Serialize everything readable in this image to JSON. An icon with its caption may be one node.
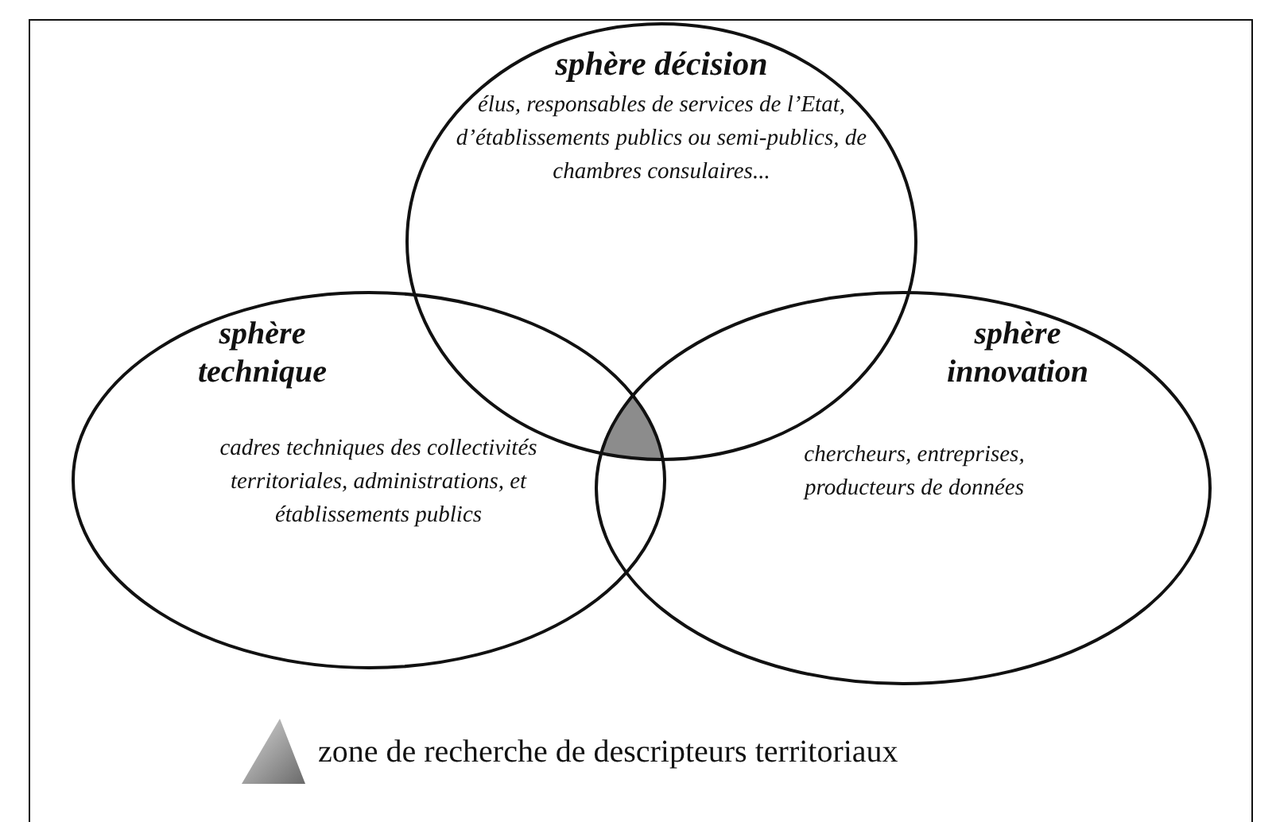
{
  "diagram": {
    "nodes": [
      {
        "text": [
          "sphère décision",
          "élus, responsables de services de l’Etat, d’établissements publics ou semi-publics, de chambres consulaires..."
        ]
      },
      {
        "text": [
          "sphère technique",
          "cadres techniques des collectivités territoriales, administrations, et établissements publics"
        ]
      },
      {
        "text": [
          "sphère innovation",
          "chercheurs, entreprises, producteurs de données"
        ]
      }
    ],
    "legend": [
      {
        "text": "zone de recherche de descripteurs territoriaux"
      }
    ]
  }
}
